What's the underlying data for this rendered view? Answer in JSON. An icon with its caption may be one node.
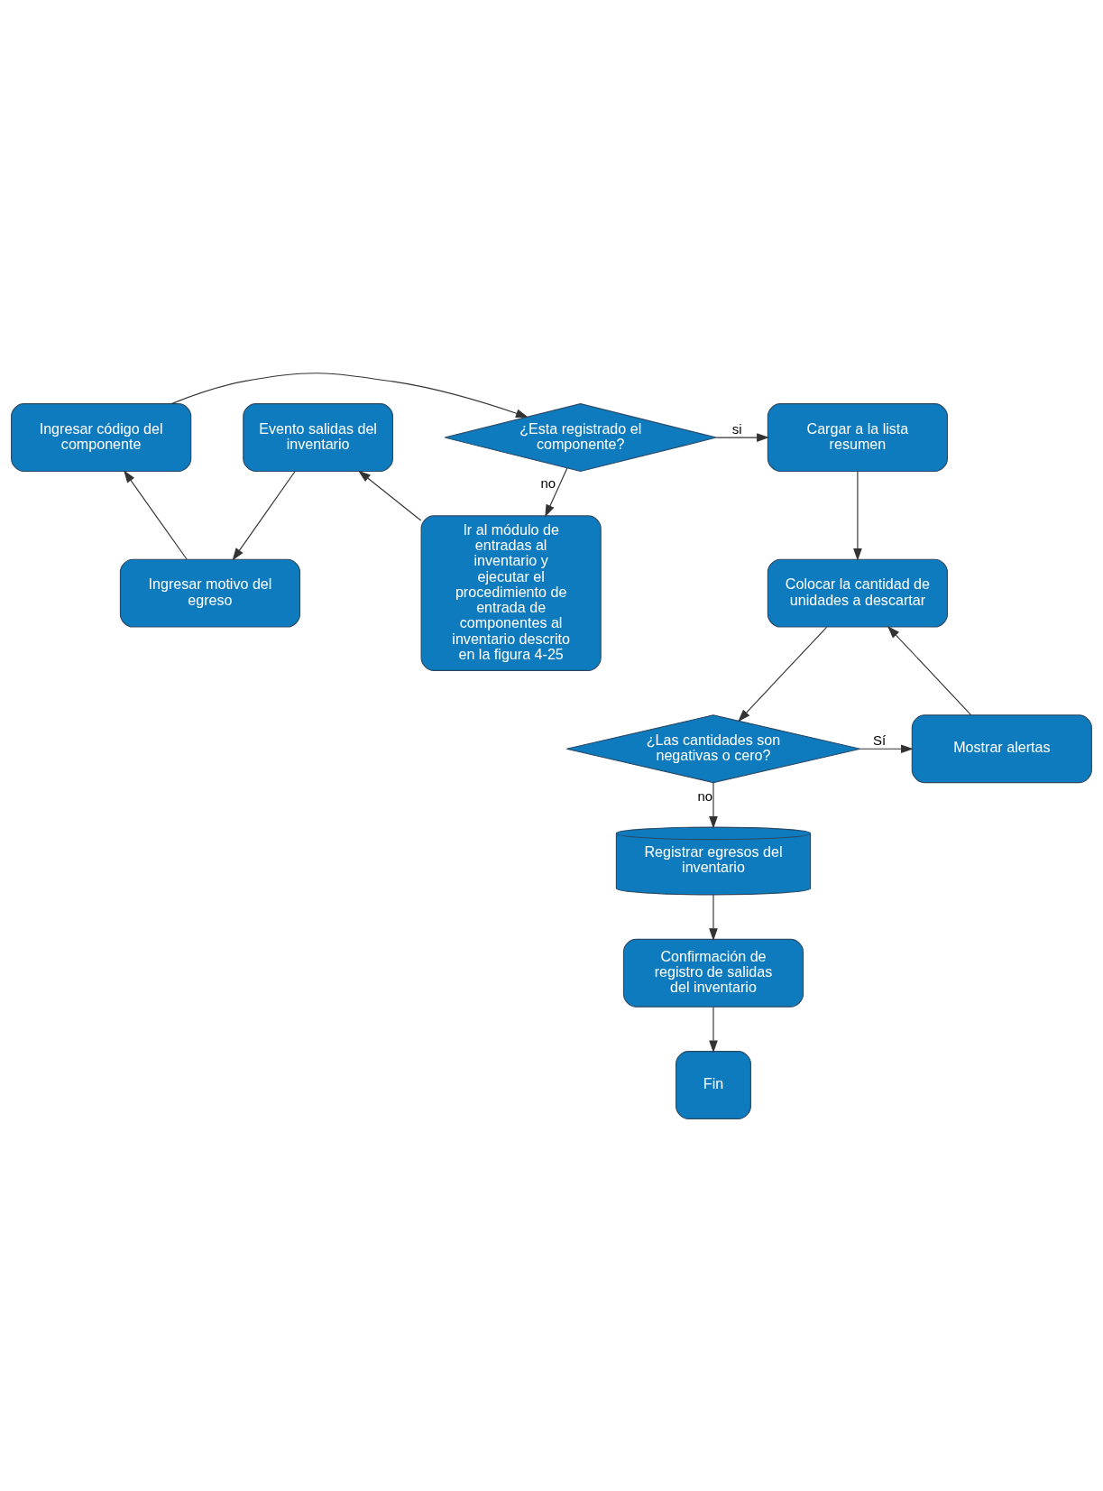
{
  "diagram": {
    "nodes": [
      {
        "text": [
          "Evento salidas del inventario"
        ]
      },
      {
        "text": [
          "Ingresar motivo del egreso"
        ]
      },
      {
        "text": [
          "Ingresar código del componente"
        ]
      },
      {
        "text": [
          "¿Esta registrado el componente?"
        ]
      },
      {
        "text": [
          "Cargar a la lista resumen"
        ]
      },
      {
        "text": [
          "Ir al módulo de entradas al inventario y ejecutar el procedimiento de entrada de componentes al inventario descrito en la figura 4-25"
        ]
      },
      {
        "text": [
          "Colocar la cantidad de unidades a descartar"
        ]
      },
      {
        "text": [
          "Mostrar alertas"
        ]
      },
      {
        "text": [
          "¿Las cantidades son negativas o cero?"
        ]
      },
      {
        "text": [
          "Registrar egresos del inventario"
        ]
      },
      {
        "text": [
          "Confirmación de registro de salidas del inventario"
        ]
      },
      {
        "text": [
          "Fin"
        ]
      }
    ],
    "edges": [
      {
        "from": 0,
        "to": 1,
        "arrow": "to"
      },
      {
        "from": 1,
        "to": 2,
        "arrow": "to"
      },
      {
        "from": 2,
        "to": 3,
        "arrow": "to"
      },
      {
        "from": 3,
        "to": 4,
        "arrow": "to",
        "label": "si"
      },
      {
        "from": 3,
        "to": 5,
        "arrow": "to",
        "label": "no"
      },
      {
        "from": 5,
        "to": 0,
        "arrow": "to"
      },
      {
        "from": 4,
        "to": 6,
        "arrow": "to"
      },
      {
        "from": 6,
        "to": 8,
        "arrow": "to"
      },
      {
        "from": 8,
        "to": 7,
        "arrow": "to",
        "label": "Sí"
      },
      {
        "from": 7,
        "to": 6,
        "arrow": "to"
      },
      {
        "from": 8,
        "to": 9,
        "arrow": "to",
        "label": "no"
      },
      {
        "from": 9,
        "to": 10,
        "arrow": "to"
      },
      {
        "from": 10,
        "to": 11,
        "arrow": "to"
      }
    ]
  }
}
